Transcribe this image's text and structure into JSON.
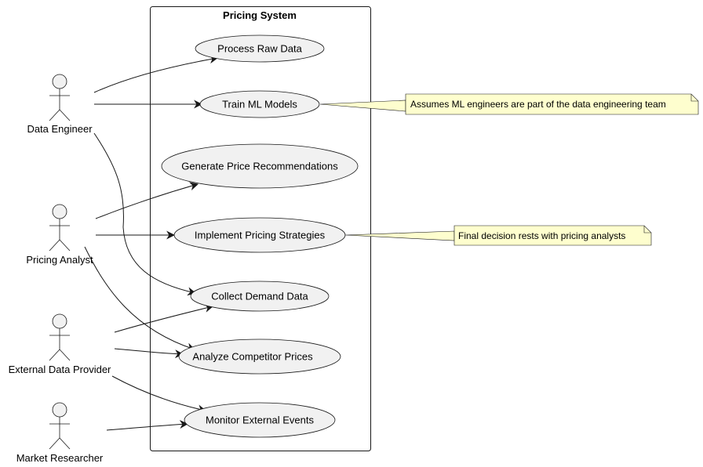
{
  "system": {
    "title": "Pricing System"
  },
  "actors": [
    {
      "id": "data-engineer",
      "label": "Data Engineer"
    },
    {
      "id": "pricing-analyst",
      "label": "Pricing Analyst"
    },
    {
      "id": "external-data-provider",
      "label": "External Data Provider"
    },
    {
      "id": "market-researcher",
      "label": "Market Researcher"
    }
  ],
  "use_cases": [
    {
      "id": "process-raw-data",
      "label": "Process Raw Data"
    },
    {
      "id": "train-ml-models",
      "label": "Train ML Models"
    },
    {
      "id": "generate-price-recommendations",
      "label": "Generate Price Recommendations"
    },
    {
      "id": "implement-pricing-strategies",
      "label": "Implement Pricing Strategies"
    },
    {
      "id": "collect-demand-data",
      "label": "Collect Demand Data"
    },
    {
      "id": "analyze-competitor-prices",
      "label": "Analyze Competitor Prices"
    },
    {
      "id": "monitor-external-events",
      "label": "Monitor External Events"
    }
  ],
  "notes": [
    {
      "attached_to": "train-ml-models",
      "text": "Assumes ML engineers are part of the data engineering team"
    },
    {
      "attached_to": "implement-pricing-strategies",
      "text": "Final decision rests with pricing analysts"
    }
  ],
  "associations": [
    {
      "from": "data-engineer",
      "to": "process-raw-data"
    },
    {
      "from": "data-engineer",
      "to": "train-ml-models"
    },
    {
      "from": "data-engineer",
      "to": "collect-demand-data"
    },
    {
      "from": "pricing-analyst",
      "to": "generate-price-recommendations"
    },
    {
      "from": "pricing-analyst",
      "to": "implement-pricing-strategies"
    },
    {
      "from": "pricing-analyst",
      "to": "analyze-competitor-prices"
    },
    {
      "from": "external-data-provider",
      "to": "collect-demand-data"
    },
    {
      "from": "external-data-provider",
      "to": "analyze-competitor-prices"
    },
    {
      "from": "external-data-provider",
      "to": "monitor-external-events"
    },
    {
      "from": "market-researcher",
      "to": "monitor-external-events"
    }
  ]
}
